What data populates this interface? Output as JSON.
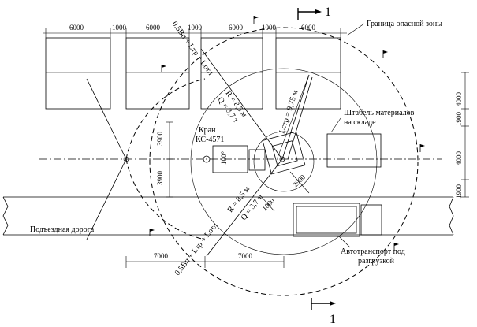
{
  "labels": {
    "danger_zone": "Граница опасной зоны",
    "crane": "Кран",
    "crane_model": "КС-4571",
    "storage_line1": "Штабель материалов",
    "storage_line2": "на складе",
    "road": "Подъездная дорога",
    "truck_line1": "Автотранспорт под",
    "truck_line2": "разгрузкой",
    "angle": "100°",
    "section_top": "1",
    "section_bottom": "1"
  },
  "dimensions": {
    "top": [
      "6000",
      "1000",
      "6000",
      "1000",
      "6000",
      "1000",
      "6000"
    ],
    "bottom": [
      "7000",
      "7000"
    ],
    "left": [
      "3900",
      "3900"
    ],
    "right": [
      "4000",
      "1900",
      "4000",
      "1900"
    ],
    "inner_2900": "2900",
    "inner_1000": "1000"
  },
  "radius_labels": {
    "upper_reach": "0,5Вп + Lтр + Lотл",
    "upper_R": "R = 8,5 м",
    "upper_Q": "Q = 3,7 т",
    "lcr": "Lстр = 9,75 м",
    "lower_reach": "0,5Вп + Lтр + Lотл",
    "lower_R": "R = 8,5 м",
    "lower_Q": "Q = 3,7 т"
  }
}
